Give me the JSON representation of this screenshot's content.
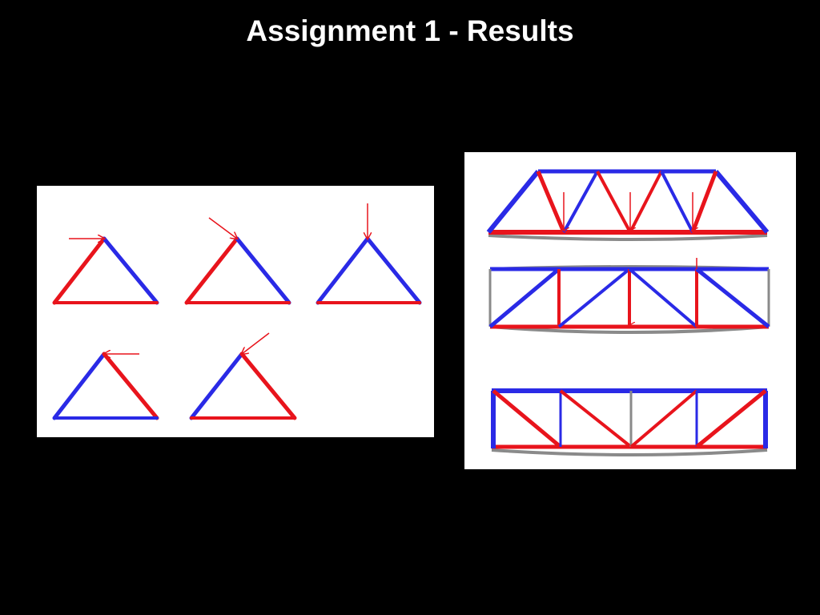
{
  "slide": {
    "title": "Assignment 1 - Results",
    "background": "#000000"
  },
  "colors": {
    "tension": "#e8141c",
    "compression": "#2a2ae6",
    "undeformed": "#8a8a8a",
    "panel_bg": "#ffffff"
  },
  "panels": {
    "triangles": {
      "description_icons": [
        "force-arrow-icon"
      ],
      "count": 5
    },
    "trusses": {
      "count": 3
    }
  }
}
